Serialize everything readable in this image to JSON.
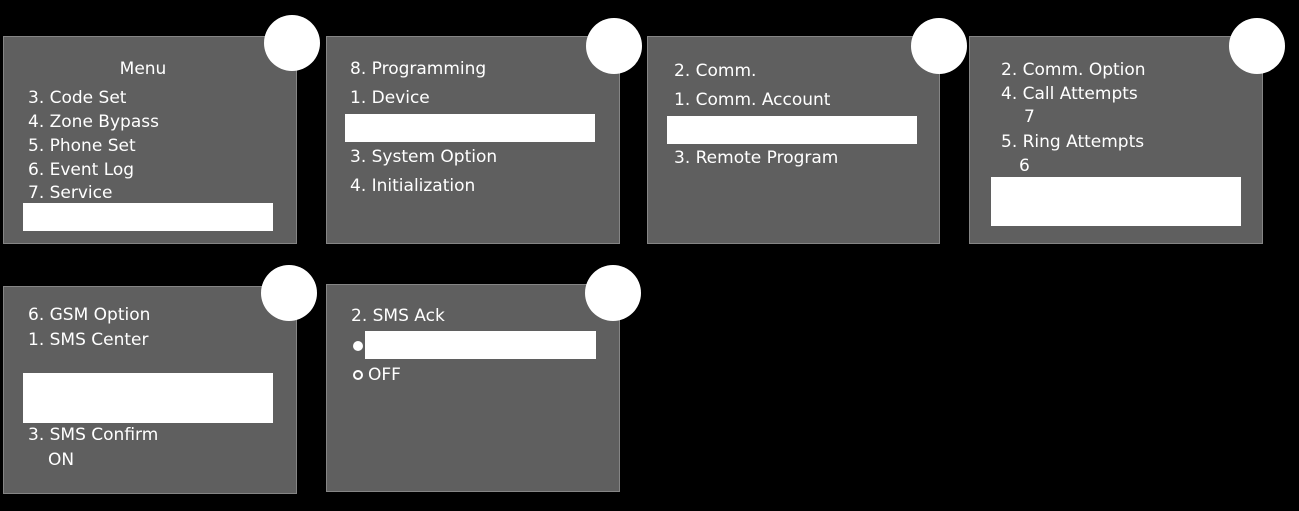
{
  "screens": [
    {
      "title": "Menu",
      "items": [
        "3. Code Set",
        "4. Zone Bypass",
        "5. Phone Set",
        "6. Event Log",
        "7. Service"
      ]
    },
    {
      "title": "8. Programming",
      "items": [
        "1. Device",
        "3. System Option",
        "4. Initialization"
      ]
    },
    {
      "title": "2. Comm.",
      "items": [
        "1. Comm. Account",
        "3. Remote Program"
      ]
    },
    {
      "title": "2. Comm. Option",
      "items": [
        "4. Call Attempts",
        "7",
        "5. Ring Attempts",
        "6"
      ]
    },
    {
      "title": "6. GSM Option",
      "items": [
        "1. SMS Center",
        "3. SMS Confirm",
        "ON"
      ]
    },
    {
      "title": "2. SMS Ack",
      "options": [
        "OFF"
      ]
    }
  ]
}
